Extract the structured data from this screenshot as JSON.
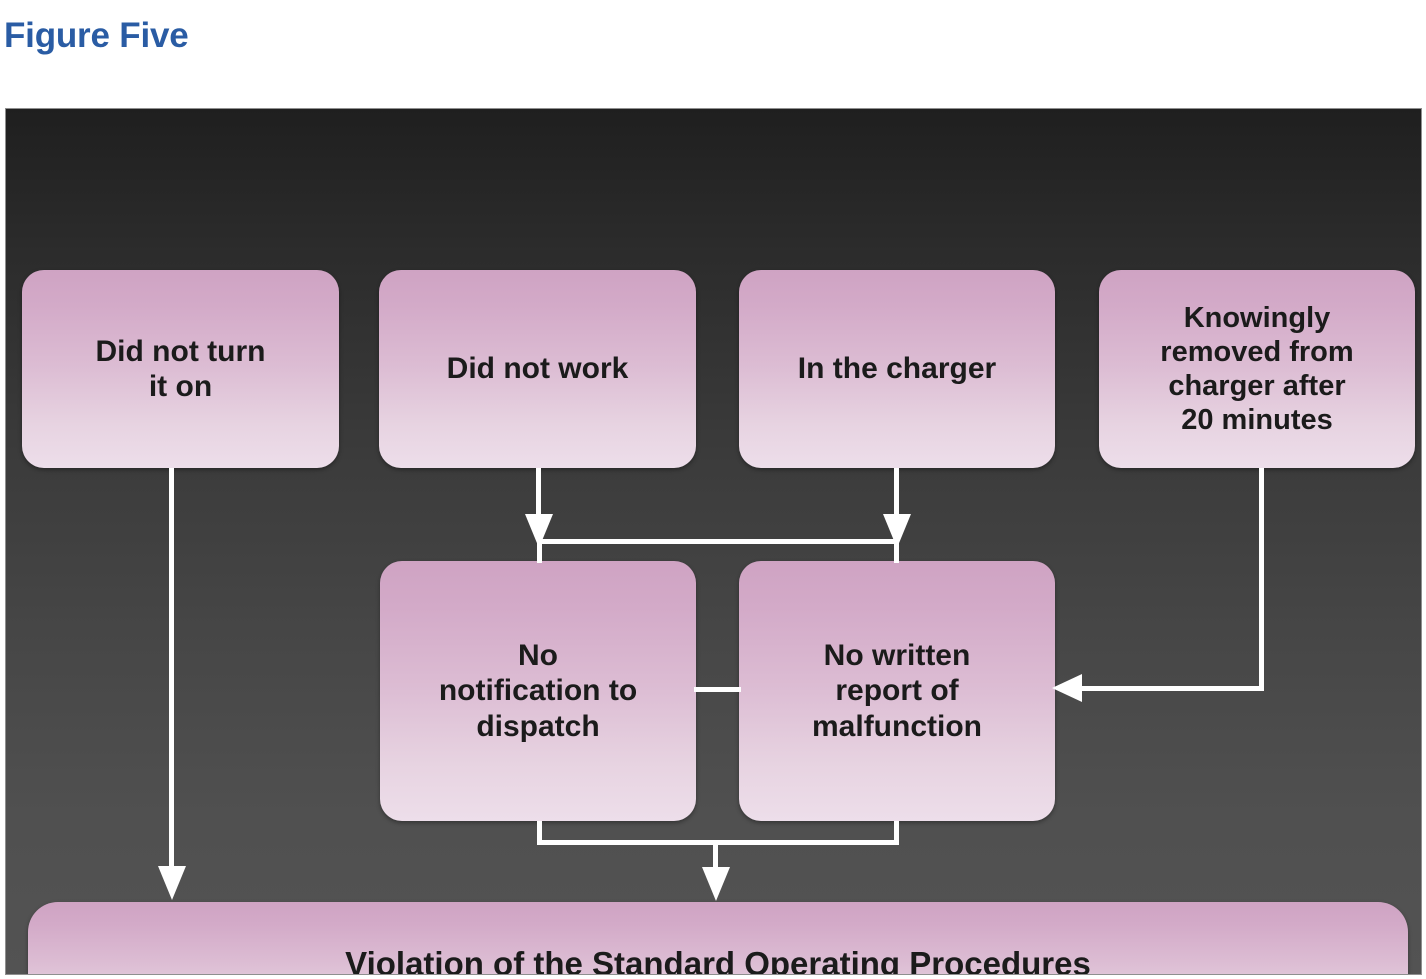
{
  "figure": {
    "title": "Figure Five",
    "title_color": "#2a5ca4"
  },
  "diagram": {
    "background_top_color": "#1f1f1f",
    "background_bottom_color": "#535353",
    "box_fill_top_color": "#cfa3c3",
    "box_fill_bottom_color": "#eddeea",
    "connector_color": "#ffffff",
    "text_color": "#1b1b1b",
    "nodes": {
      "did_not_turn_on": "Did not turn\nit on",
      "did_not_work": "Did not work",
      "in_the_charger": "In the charger",
      "knowingly_removed": "Knowingly\nremoved from\ncharger after\n20 minutes",
      "no_notification": "No\nnotification to\ndispatch",
      "no_written_report": "No written\nreport of\nmalfunction",
      "violation": "Violation of the Standard Operating Procedures"
    }
  }
}
